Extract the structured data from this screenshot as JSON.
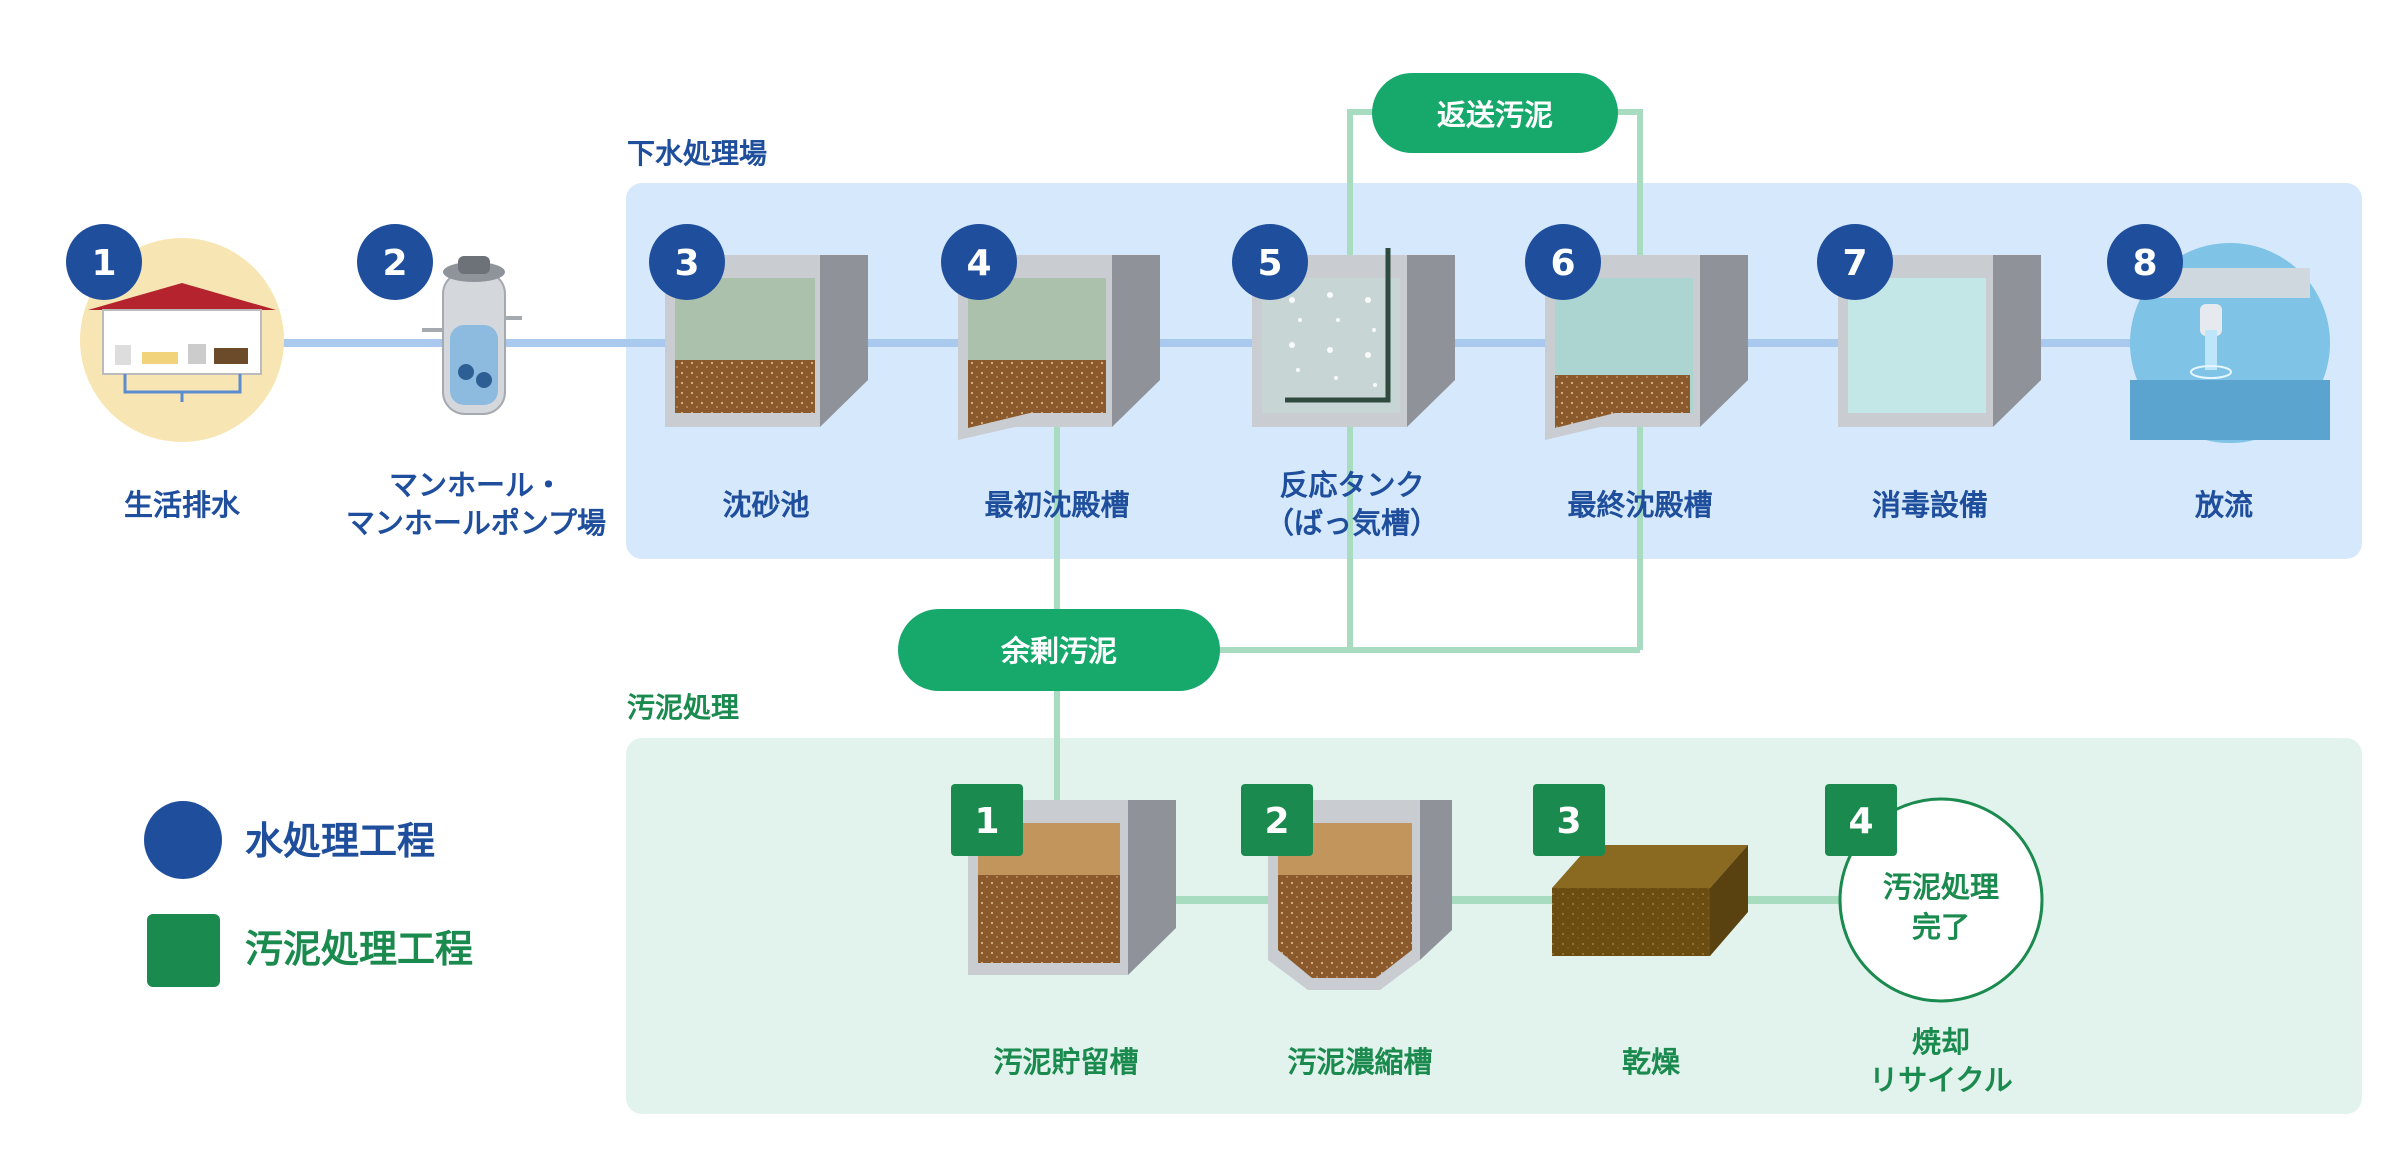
{
  "sections": {
    "water": "下水処理場",
    "sludge": "汚泥処理"
  },
  "water_steps": [
    {
      "num": "1",
      "label": [
        "生活排水"
      ]
    },
    {
      "num": "2",
      "label": [
        "マンホール・",
        "マンホールポンプ場"
      ]
    },
    {
      "num": "3",
      "label": [
        "沈砂池"
      ]
    },
    {
      "num": "4",
      "label": [
        "最初沈殿槽"
      ]
    },
    {
      "num": "5",
      "label": [
        "反応タンク",
        "（ばっ気槽）"
      ]
    },
    {
      "num": "6",
      "label": [
        "最終沈殿槽"
      ]
    },
    {
      "num": "7",
      "label": [
        "消毒設備"
      ]
    },
    {
      "num": "8",
      "label": [
        "放流"
      ]
    }
  ],
  "sludge_steps": [
    {
      "num": "1",
      "label": [
        "汚泥貯留槽"
      ]
    },
    {
      "num": "2",
      "label": [
        "汚泥濃縮槽"
      ]
    },
    {
      "num": "3",
      "label": [
        "乾燥"
      ]
    },
    {
      "num": "4",
      "label": [
        "焼却",
        "リサイクル"
      ]
    }
  ],
  "pills": {
    "return_sludge": "返送汚泥",
    "excess_sludge": "余剰汚泥"
  },
  "completion": [
    "汚泥処理",
    "完了"
  ],
  "legend": {
    "water": "水処理工程",
    "sludge": "汚泥処理工程"
  },
  "colors": {
    "water_blue": "#1f4f9c",
    "sludge_green": "#1a8a4e",
    "water_bg": "#d6e8fb",
    "sludge_bg": "#e1f3ec",
    "pill_green": "#17a86b",
    "flow_line_blue": "#a9c9ee",
    "flow_line_green": "#a8dcc0"
  }
}
